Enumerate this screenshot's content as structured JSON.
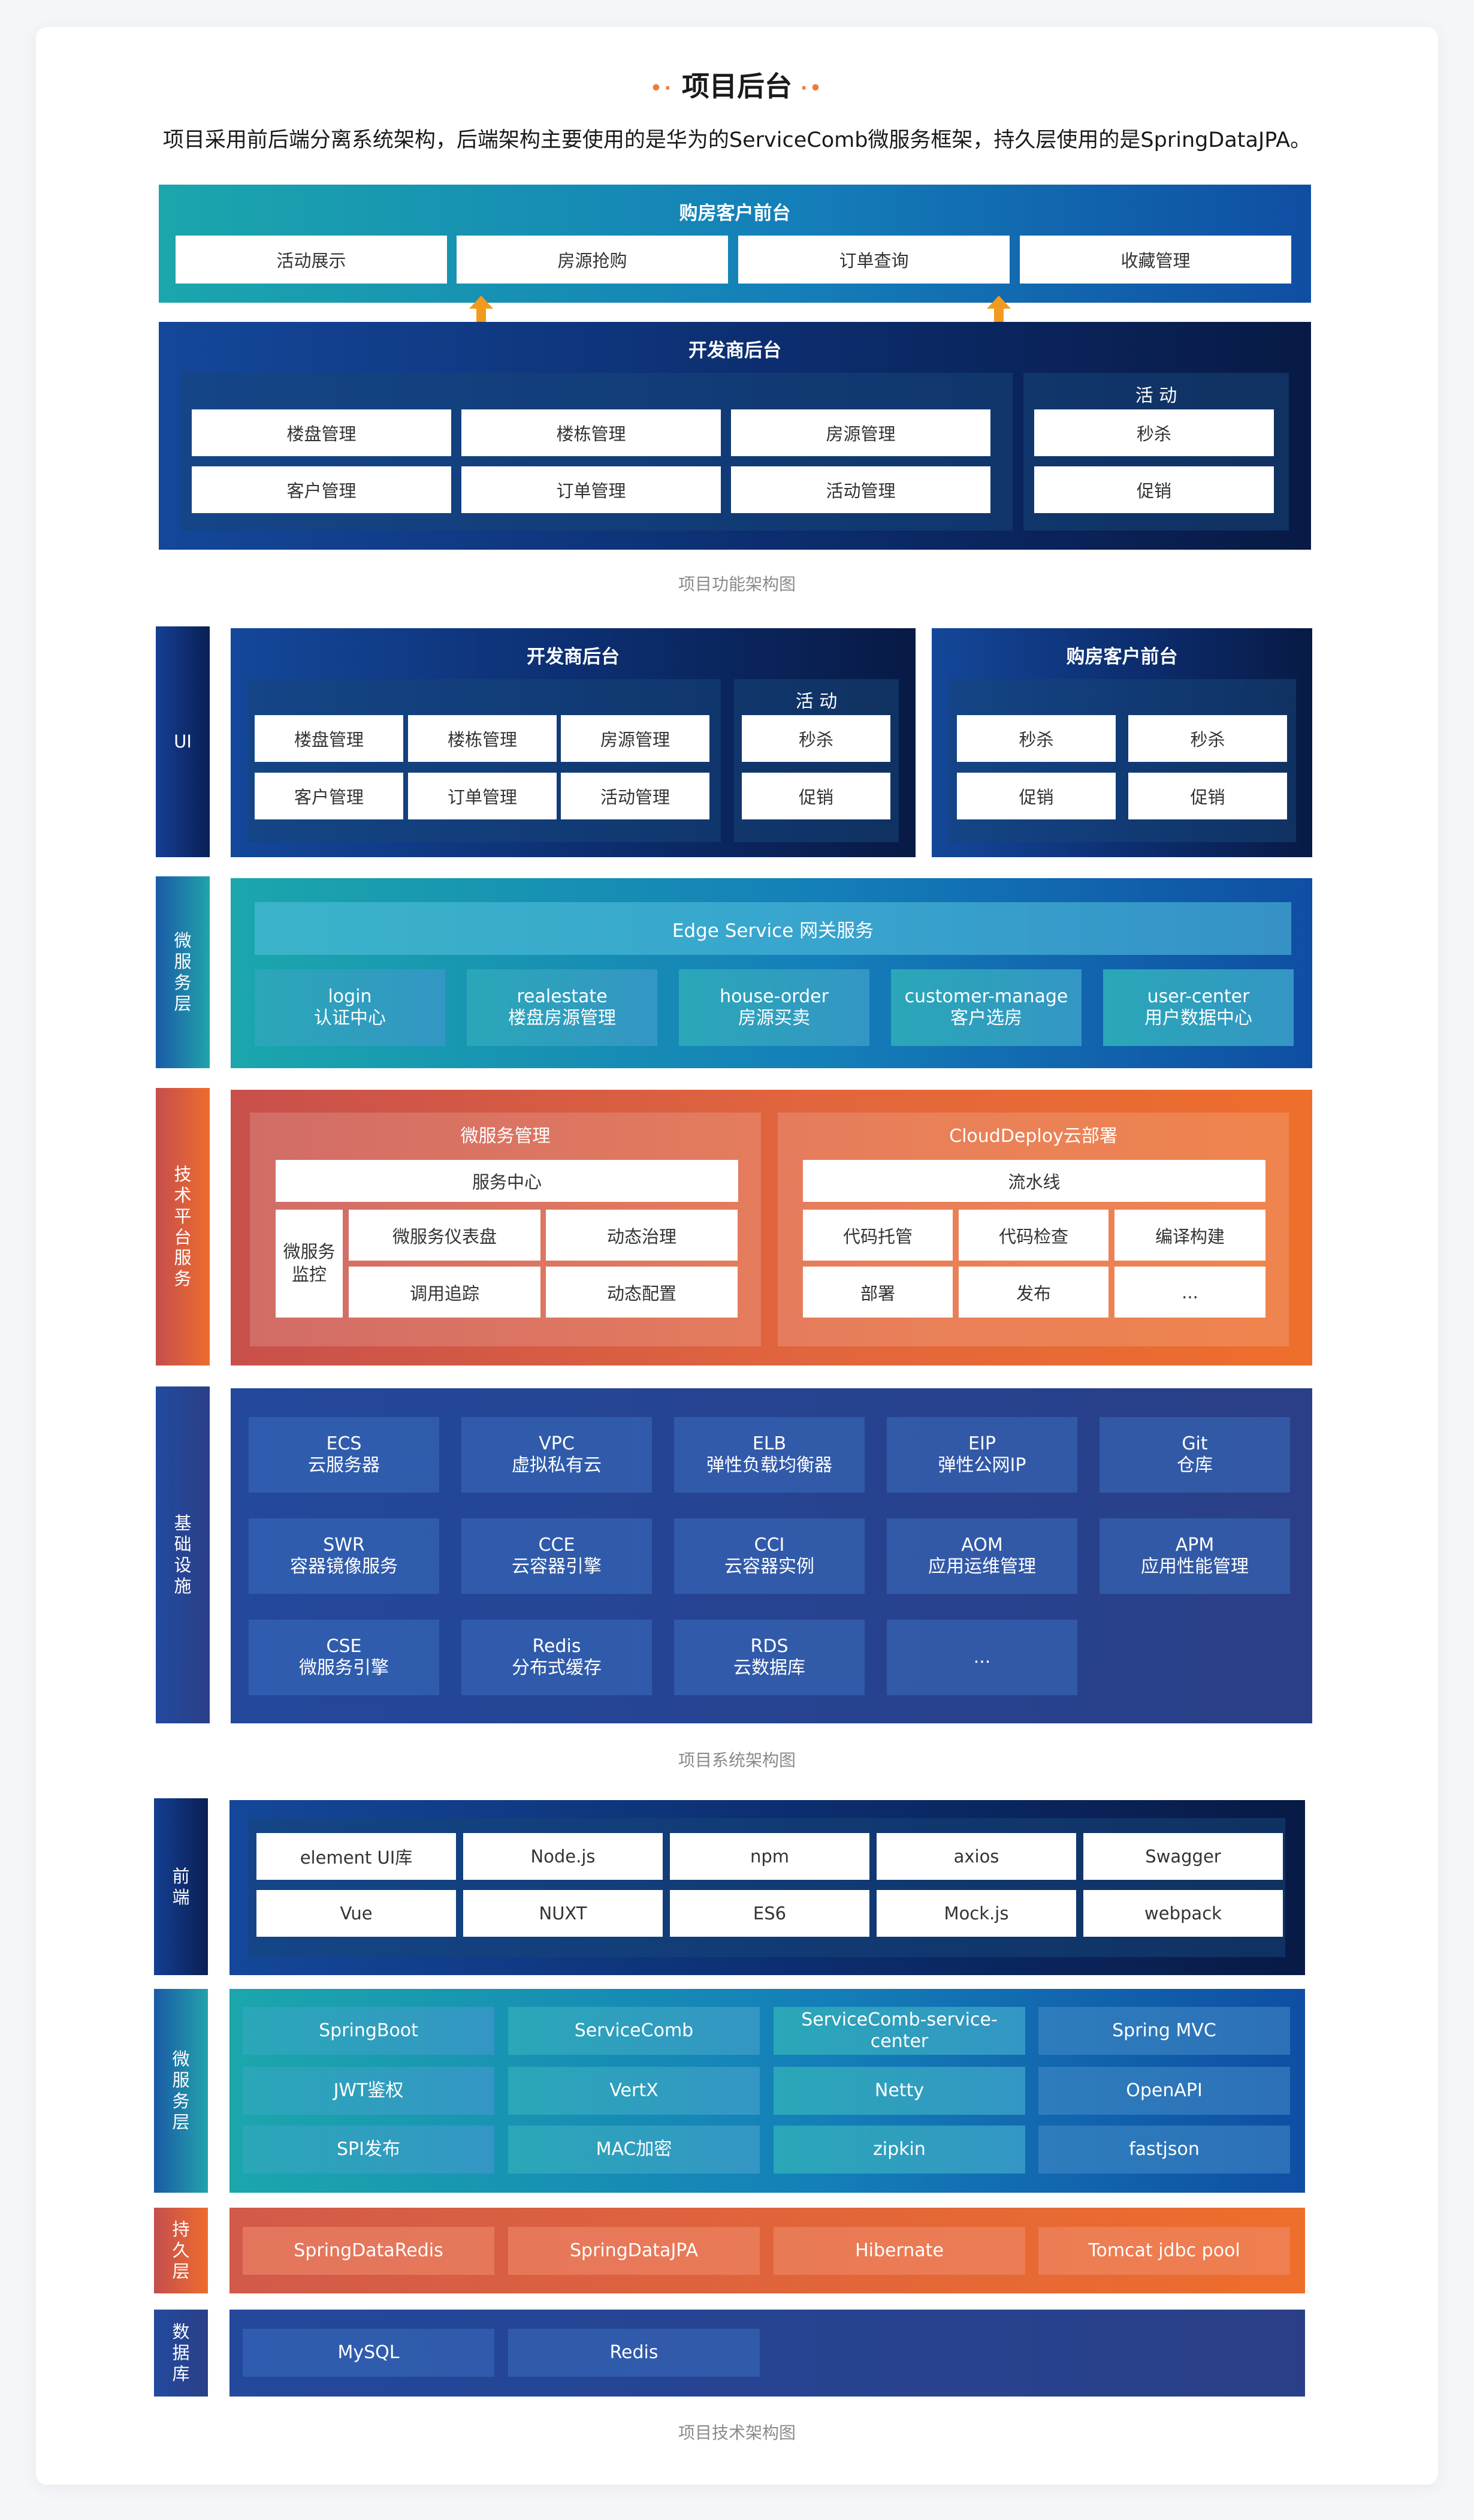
{
  "header": {
    "title": "项目后台",
    "intro": "项目采用前后端分离系统架构，后端架构主要使用的是华为的ServiceComb微服务框架，持久层使用的是SpringDataJPA。"
  },
  "functional": {
    "customer": {
      "title": "购房客户前台",
      "items": [
        "活动展示",
        "房源抢购",
        "订单查询",
        "收藏管理"
      ]
    },
    "developer": {
      "title": "开发商后台",
      "items": [
        "楼盘管理",
        "楼栋管理",
        "房源管理",
        "客户管理",
        "订单管理",
        "活动管理"
      ],
      "activity": {
        "title": "活 动",
        "items": [
          "秒杀",
          "促销"
        ]
      }
    },
    "caption": "项目功能架构图"
  },
  "system": {
    "ui": {
      "label": "UI",
      "developer": {
        "title": "开发商后台",
        "items": [
          "楼盘管理",
          "楼栋管理",
          "房源管理",
          "客户管理",
          "订单管理",
          "活动管理"
        ],
        "activity": {
          "title": "活 动",
          "items": [
            "秒杀",
            "促销"
          ]
        }
      },
      "customer": {
        "title": "购房客户前台",
        "items": [
          "秒杀",
          "秒杀",
          "促销",
          "促销"
        ]
      }
    },
    "micro": {
      "label": "微服务层",
      "gateway": "Edge Service 网关服务",
      "services": [
        {
          "name": "login",
          "desc": "认证中心"
        },
        {
          "name": "realestate",
          "desc": "楼盘房源管理"
        },
        {
          "name": "house-order",
          "desc": "房源买卖"
        },
        {
          "name": "customer-manage",
          "desc": "客户选房"
        },
        {
          "name": "user-center",
          "desc": "用户数据中心"
        }
      ]
    },
    "tech": {
      "label": "技术平台服务",
      "msm": {
        "title": "微服务管理",
        "center": "服务中心",
        "monitor": "微服务\n监控",
        "items": [
          "微服务仪表盘",
          "动态治理",
          "调用追踪",
          "动态配置"
        ]
      },
      "cloud": {
        "title": "CloudDeploy云部署",
        "pipeline": "流水线",
        "items": [
          "代码托管",
          "代码检查",
          "编译构建",
          "部署",
          "发布",
          "..."
        ]
      }
    },
    "infra": {
      "label": "基础设施",
      "items": [
        {
          "name": "ECS",
          "desc": "云服务器"
        },
        {
          "name": "VPC",
          "desc": "虚拟私有云"
        },
        {
          "name": "ELB",
          "desc": "弹性负载均衡器"
        },
        {
          "name": "EIP",
          "desc": "弹性公网IP"
        },
        {
          "name": "Git",
          "desc": "仓库"
        },
        {
          "name": "SWR",
          "desc": "容器镜像服务"
        },
        {
          "name": "CCE",
          "desc": "云容器引擎"
        },
        {
          "name": "CCI",
          "desc": "云容器实例"
        },
        {
          "name": "AOM",
          "desc": "应用运维管理"
        },
        {
          "name": "APM",
          "desc": "应用性能管理"
        },
        {
          "name": "CSE",
          "desc": "微服务引擎"
        },
        {
          "name": "Redis",
          "desc": "分布式缓存"
        },
        {
          "name": "RDS",
          "desc": "云数据库"
        },
        {
          "name": "...",
          "desc": ""
        }
      ]
    },
    "caption": "项目系统架构图"
  },
  "tech_arch": {
    "frontend": {
      "label": "前端",
      "items": [
        "element UI库",
        "Node.js",
        "npm",
        "axios",
        "Swagger",
        "Vue",
        "NUXT",
        "ES6",
        "Mock.js",
        "webpack"
      ]
    },
    "micro": {
      "label": "微服务层",
      "items": [
        "SpringBoot",
        "ServiceComb",
        "ServiceComb-service-center",
        "Spring MVC",
        "JWT鉴权",
        "VertX",
        "Netty",
        "OpenAPI",
        "SPI发布",
        "MAC加密",
        "zipkin",
        "fastjson"
      ]
    },
    "persistence": {
      "label": "持久层",
      "items": [
        "SpringDataRedis",
        "SpringDataJPA",
        "Hibernate",
        "Tomcat jdbc pool"
      ]
    },
    "database": {
      "label": "数据库",
      "items": [
        "MySQL",
        "Redis"
      ]
    },
    "caption": "项目技术架构图"
  },
  "colors": {
    "accent": "#f07a3a",
    "navy": "#0c2d6e",
    "teal": "#1ba6ac",
    "orange": "#ee6e2c"
  }
}
